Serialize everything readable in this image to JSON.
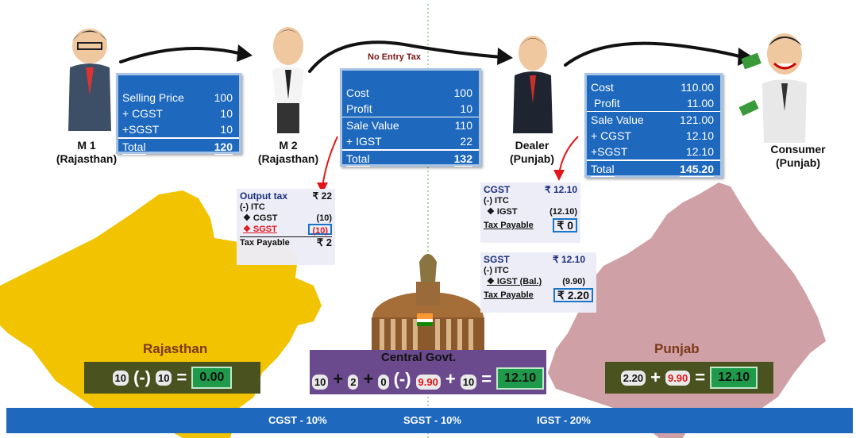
{
  "people": {
    "m1": {
      "name": "M 1",
      "place": "(Rajasthan)"
    },
    "m2": {
      "name": "M 2",
      "place": "(Rajasthan)"
    },
    "dealer": {
      "name": "Dealer",
      "place": "(Punjab)"
    },
    "consumer": {
      "name": "Consumer",
      "place": "(Punjab)"
    }
  },
  "no_entry_tax": "No Entry  Tax",
  "box1": {
    "rows": [
      {
        "label": "Selling Price",
        "value": "100"
      },
      {
        "label": "+ CGST",
        "value": "10"
      },
      {
        "label": "+SGST",
        "value": "10"
      }
    ],
    "total_label": "Total",
    "total_value": "120"
  },
  "box2": {
    "rows": [
      {
        "label": "Cost",
        "value": "100"
      },
      {
        "label": "Profit",
        "value": "10"
      },
      {
        "label": "Sale Value",
        "value": "110"
      },
      {
        "label": "+ IGST",
        "value": "22"
      }
    ],
    "total_label": "Total",
    "total_value": "132"
  },
  "box3": {
    "rows": [
      {
        "label": "Cost",
        "value": "110.00"
      },
      {
        "label": "Profit",
        "value": "11.00"
      },
      {
        "label": "Sale Value",
        "value": "121.00"
      },
      {
        "label": "+ CGST",
        "value": "12.10"
      },
      {
        "label": "+SGST",
        "value": "12.10"
      }
    ],
    "total_label": "Total",
    "total_value": "145.20"
  },
  "calc_m2": {
    "output_label": "Output tax",
    "output_value": "₹ 22",
    "itc": "(-) ITC",
    "r1_label": "❖  CGST",
    "r1_value": "(10)",
    "r2_label": "❖  SGST",
    "r2_value": "(10)",
    "payable_label": "Tax Payable",
    "payable_value": "₹ 2"
  },
  "calc_cgst": {
    "label": "CGST",
    "value": "₹ 12.10",
    "itc": "(-) ITC",
    "r1_label": "❖  IGST",
    "r1_value": "(12.10)",
    "payable_label": "Tax Payable",
    "payable_value": "₹ 0"
  },
  "calc_sgst": {
    "label": "SGST",
    "value": "₹ 12.10",
    "itc": "(-) ITC",
    "r1_label": "❖  IGST (Bal.)",
    "r1_value": "(9.90)",
    "payable_label": "Tax Payable",
    "payable_value": "₹ 2.20"
  },
  "rajasthan": {
    "label": "Rajasthan",
    "a": "10",
    "op": "(-)",
    "b": "10",
    "eq": "=",
    "result": "0.00"
  },
  "central": {
    "label": "Central Govt.",
    "a": "10",
    "plus1": "+",
    "b": "2",
    "plus2": "+",
    "c": "0",
    "minus": "(-)",
    "d": "9.90",
    "plus3": "+",
    "e": "10",
    "eq": "=",
    "result": "12.10"
  },
  "punjab": {
    "label": "Punjab",
    "a": "2.20",
    "plus": "+",
    "b": "9.90",
    "eq": "=",
    "result": "12.10"
  },
  "banner": {
    "cgst": "CGST  - 10%",
    "sgst": "SGST  - 10%",
    "igst": "IGST  - 20%"
  },
  "colors": {
    "rajasthan_map": "#f2c300",
    "punjab_map": "#cfa0a6",
    "box_blue": "#1e68bd",
    "result_green": "#1f9a4a",
    "central_purple": "#6a4a8c",
    "state_box": "#4a5320"
  }
}
